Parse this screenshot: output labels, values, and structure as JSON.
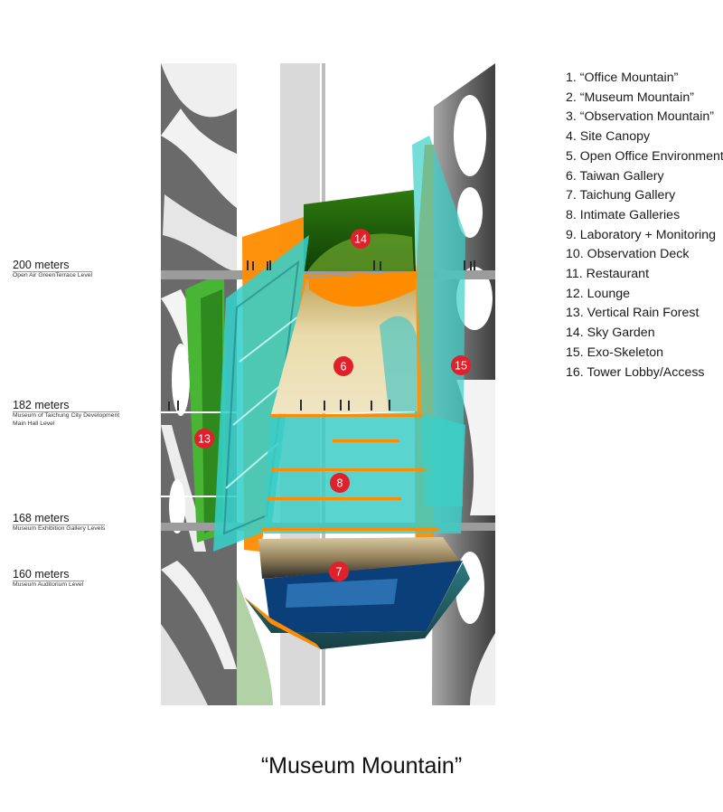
{
  "caption": "“Museum Mountain”",
  "legend": [
    "1.  “Office Mountain”",
    "2.  “Museum Mountain”",
    "3.  “Observation Mountain”",
    "4.  Site Canopy",
    "5.  Open Office Environment",
    "6.  Taiwan Gallery",
    "7.  Taichung Gallery",
    "8.  Intimate Galleries",
    "9.  Laboratory + Monitoring",
    "10. Observation Deck",
    "11. Restaurant",
    "12. Lounge",
    "13. Vertical Rain Forest",
    "14. Sky Garden",
    "15. Exo-Skeleton",
    "16. Tower Lobby/Access"
  ],
  "levels": [
    {
      "height": "200 meters",
      "sub1": "Open Air GreenTerrace Level",
      "sub2": ""
    },
    {
      "height": "182 meters",
      "sub1": "Museum of Taichung City Development",
      "sub2": "Main Hall Level"
    },
    {
      "height": "168 meters",
      "sub1": "Museum Exhibition Gallery Levels",
      "sub2": ""
    },
    {
      "height": "160 meters",
      "sub1": "Museum Auditorium Level",
      "sub2": ""
    }
  ],
  "markers": [
    "14",
    "6",
    "15",
    "13",
    "8",
    "7"
  ],
  "colors": {
    "marker": "#e0202a",
    "frame": "#ff8c00",
    "glass": "#2fc9c4",
    "rainforest": "#3fb52f",
    "exoskeleton": "#5f5f5f",
    "gallery": "#e8d49c",
    "auditorium": "#0b3f7a"
  }
}
